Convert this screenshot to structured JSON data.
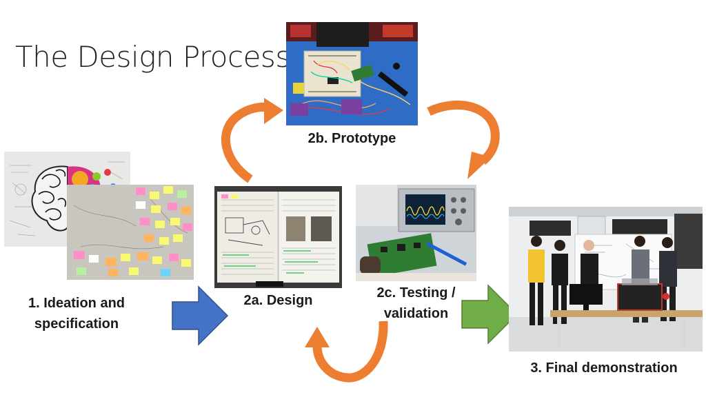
{
  "slide": {
    "title": "The Design Process"
  },
  "steps": {
    "ideation": "1. Ideation and specification",
    "ideation_line1": "1. Ideation and",
    "ideation_line2": "specification",
    "design": "2a. Design",
    "prototype": "2b. Prototype",
    "testing_line1": "2c. Testing /",
    "testing_line2": "validation",
    "final": "3. Final demonstration"
  },
  "colors": {
    "cycle_arrow": "#ED7D31",
    "forward_arrow_blue": "#4472C4",
    "forward_arrow_green": "#70AD47"
  },
  "icons": [
    "brain-image",
    "sticky-notes-image",
    "notebook-image",
    "breadboard-image",
    "oscilloscope-image",
    "team-photo-image"
  ]
}
